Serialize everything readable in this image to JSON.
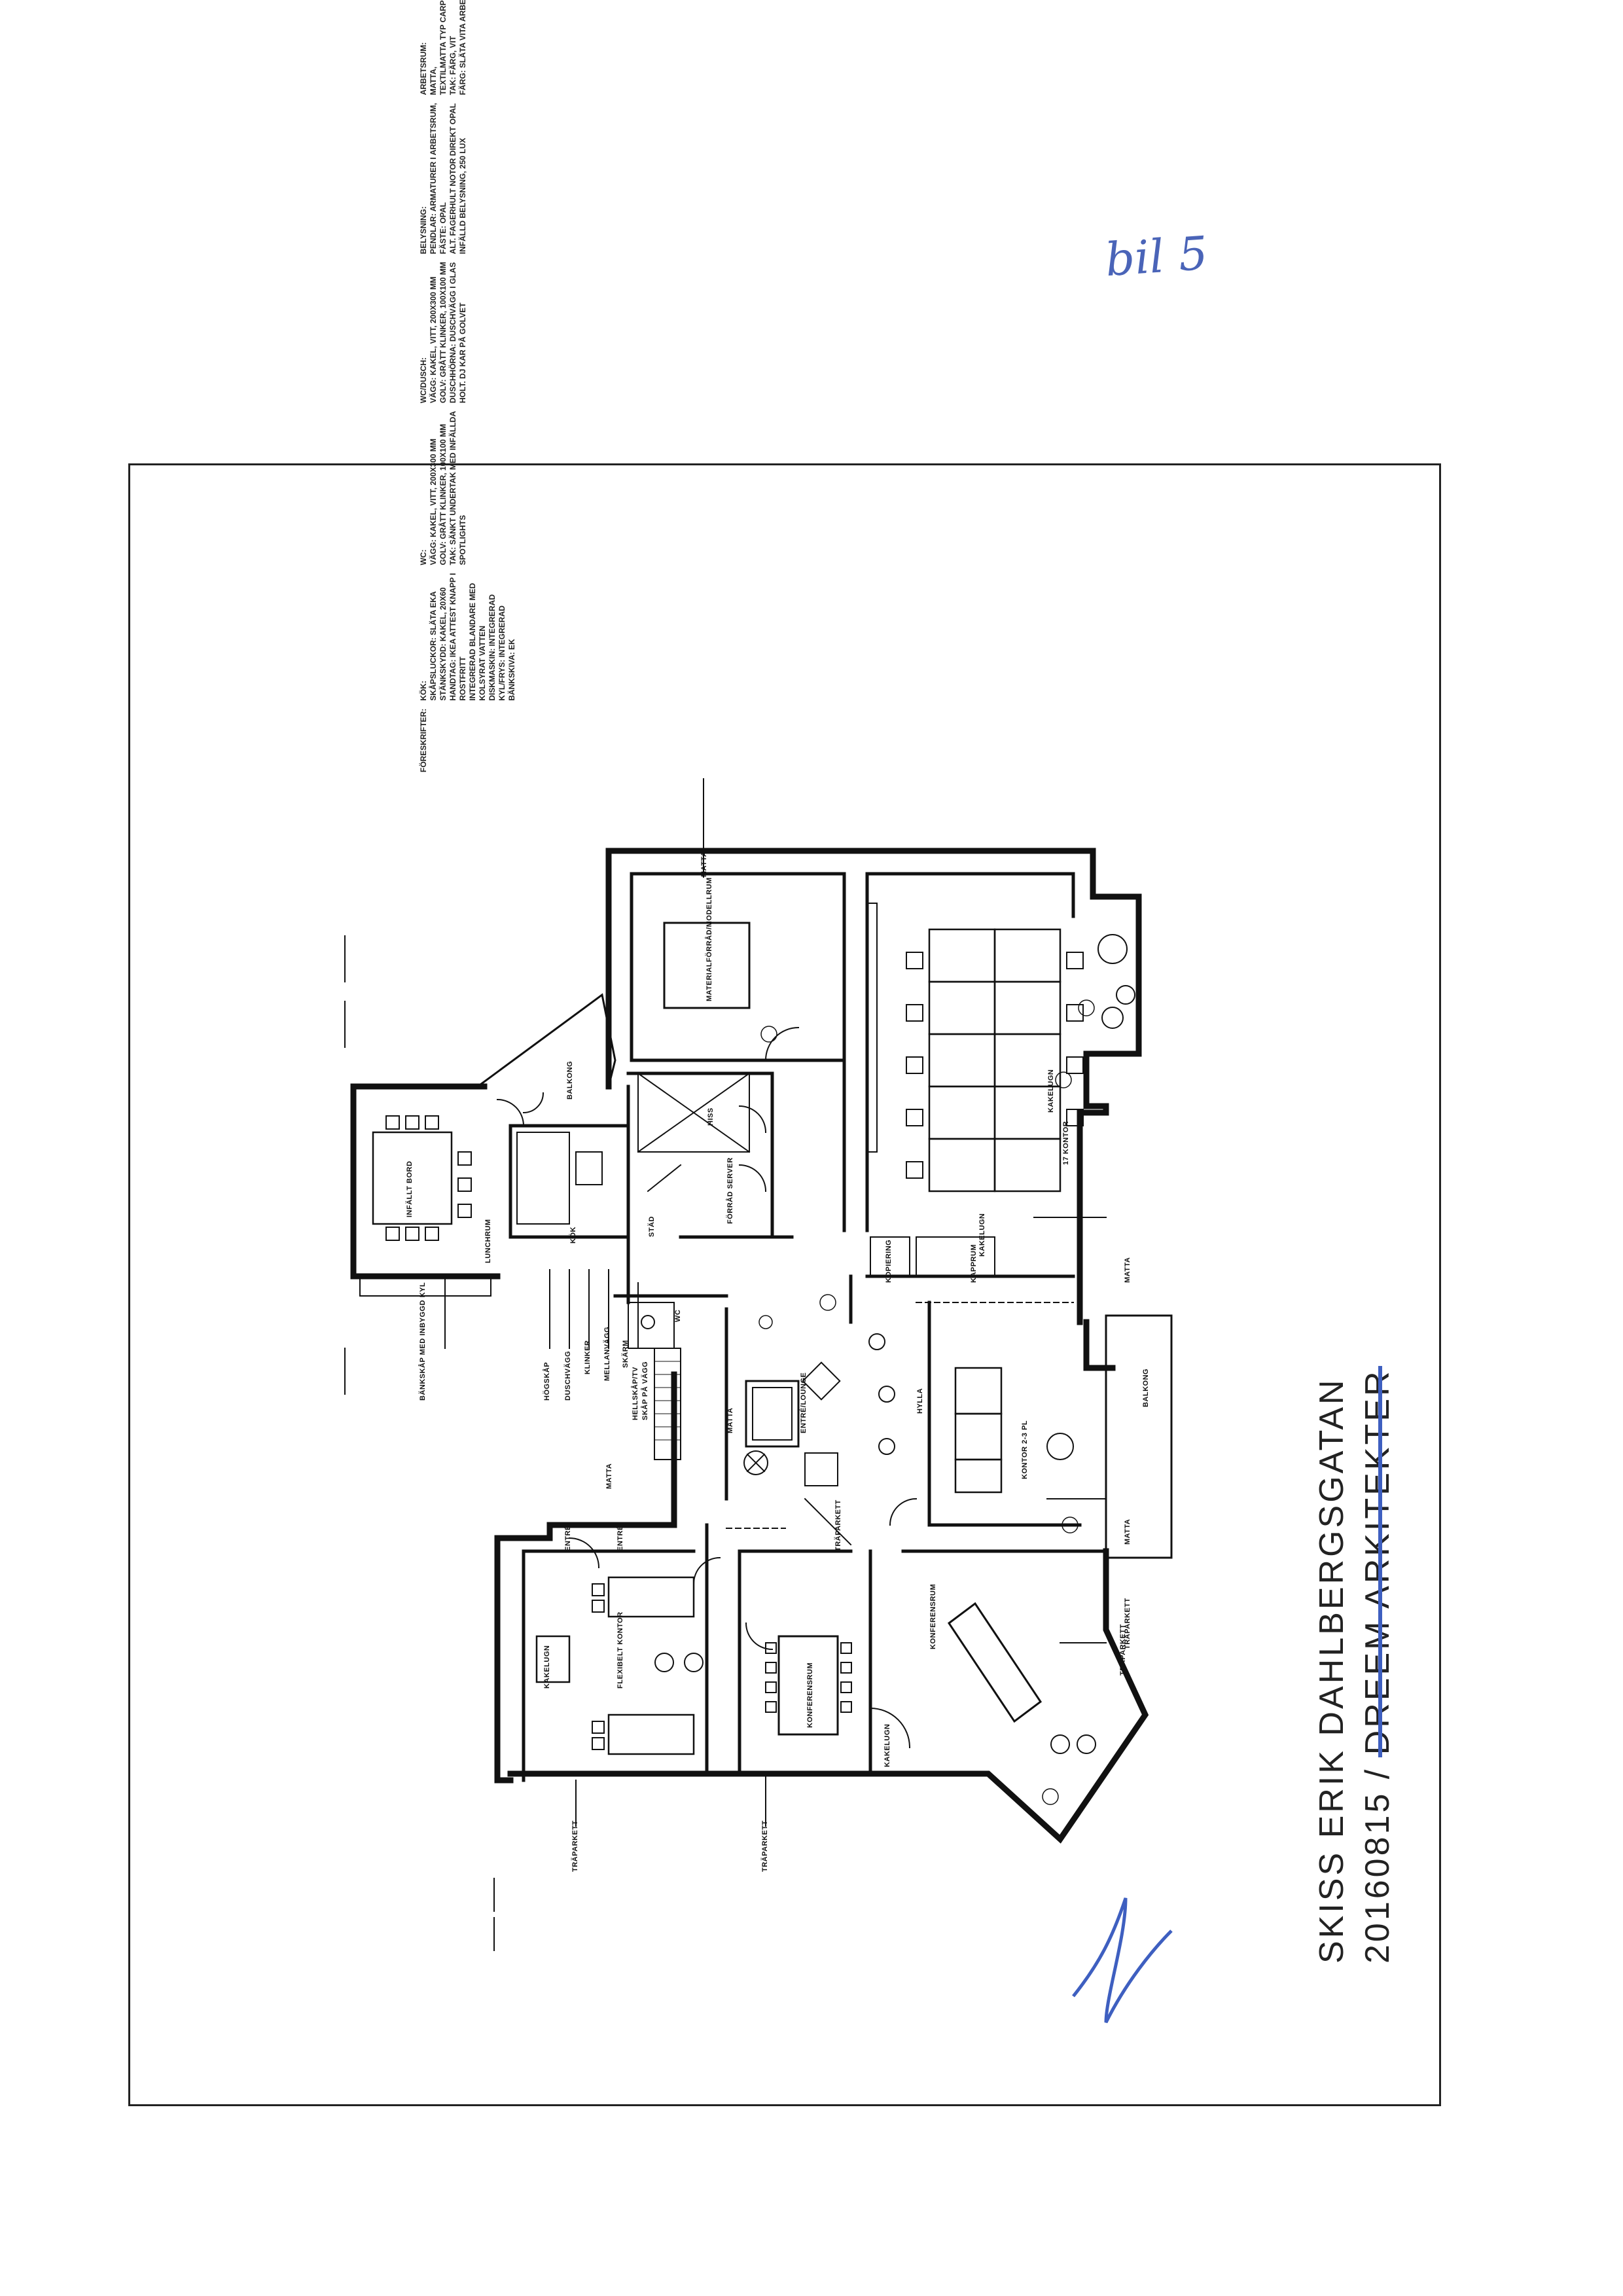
{
  "handwritten_note": "bil 5",
  "title": {
    "line1": "SKISS ERIK DAHLBERGSGATAN",
    "line2_prefix": "20160815 / ",
    "line2_struck": "DREEM ARKITEKTER"
  },
  "notes": [
    [
      "FÖRESKRIFTER:"
    ],
    [
      "KÖK:",
      "SKÅPSLUCKOR: SLÄTA EKA",
      "STÄNKSKYDD: KAKEL, 20X60",
      "HANDTAG: IKEA ATTEST KNAPP I",
      "ROSTFRITT",
      "INTEGRERAD BLANDARE MED",
      "KOLSYRAT VATTEN",
      "DISKMASKIN: INTEGRERAD",
      "KYL/FRYS: INTEGRERAD",
      "BÄNKSKIVA: EK"
    ],
    [
      "WC:",
      "VÄGG: KAKEL, VITT, 200X300 MM",
      "GOLV: GRÅTT KLINKER, 100X100 MM",
      "TAK: SÄNKT UNDERTAK MED INFÄLLDA",
      "SPOTLIGHTS"
    ],
    [
      "WC/DUSCH:",
      "VÄGG: KAKEL, VITT, 200X300 MM",
      "GOLV: GRÅTT KLINKER, 100X100 MM",
      "DUSCHHÖRNA: DUSCHVÄGG I GLAS",
      "HOLT. DJ KAR PÅ GOLVET"
    ],
    [
      "BELYSNING:",
      "PENDLAR: ARMATURER I ARBETSRUM,",
      "FÄSTE: OPAL",
      "ALT. FAGERHULT NOTOR DIREKT OPAL",
      "INFÄLLD BELYSNING, 250 LUX"
    ],
    [
      "ARBETSRUM:",
      "MATTA,",
      "TEXTILMATTA TYP CARPET EDDI EDU",
      "TAK: FÄRG, VIT",
      "FÄRG: SLÄTA VITA ARBETSYTOR"
    ]
  ],
  "rooms": {
    "materialrum": "MATERIALFÖRRÅD/MODELLRUM",
    "kontor_17": "17 KONTOR",
    "kontor_23": "KONTOR 2-3 PL",
    "konferens_large": "KONFERENSRUM",
    "konferens_small": "KONFERENSRUM",
    "lounge": "ENTRÉ/LOUNGE",
    "lunchrum": "LUNCHRUM",
    "kok": "KÖK",
    "balkong_1": "BALKONG",
    "balkong_2": "BALKONG",
    "forrad": "FÖRRÅD SERVER",
    "stad": "STÄD",
    "wc": "WC",
    "hiss": "HISS",
    "flexibelt": "FLEXIBELT KONTOR",
    "kopiering": "KOPIERING",
    "kapprum": "KAPPRUM",
    "extra_1": "ENTRÉ",
    "extra_2": "ENTRÉ",
    "matta_1": "MATTA",
    "matta_2": "MATTA",
    "matta_3": "MATTA",
    "matta_4": "MATTA",
    "matta_5": "MATTA",
    "hylla": "HYLLA",
    "infallt_bord": "INFÄLLT BORD",
    "kakelugn_1": "KAKELUGN",
    "kakelugn_2": "KAKELUGN",
    "kakelugn_3": "KAKELUGN",
    "kakelugn_4": "KAKELUGN",
    "traparkett_1": "TRÄPARKETT",
    "traparkett_2": "TRÄPARKETT",
    "traparkett_3": "TRÄPARKETT",
    "traparkett_4": "TRÄPARKETT",
    "traparkett_5": "TRÄPARKETT"
  },
  "callouts": {
    "c1": "BÄNKSKÅP MED INBYGGD KYL",
    "c2": "HÖGSKÅP",
    "c3": "DUSCHVÄGG",
    "c4": "KLINKER",
    "c5": "MELLANVÄGG",
    "c6": "SKÄRM",
    "c7": "HELLSKÅP/TV",
    "c8": "SKÅP PÅ VÄGG"
  },
  "colors": {
    "ink": "#111111",
    "annotation_blue": "#4a64b8"
  }
}
